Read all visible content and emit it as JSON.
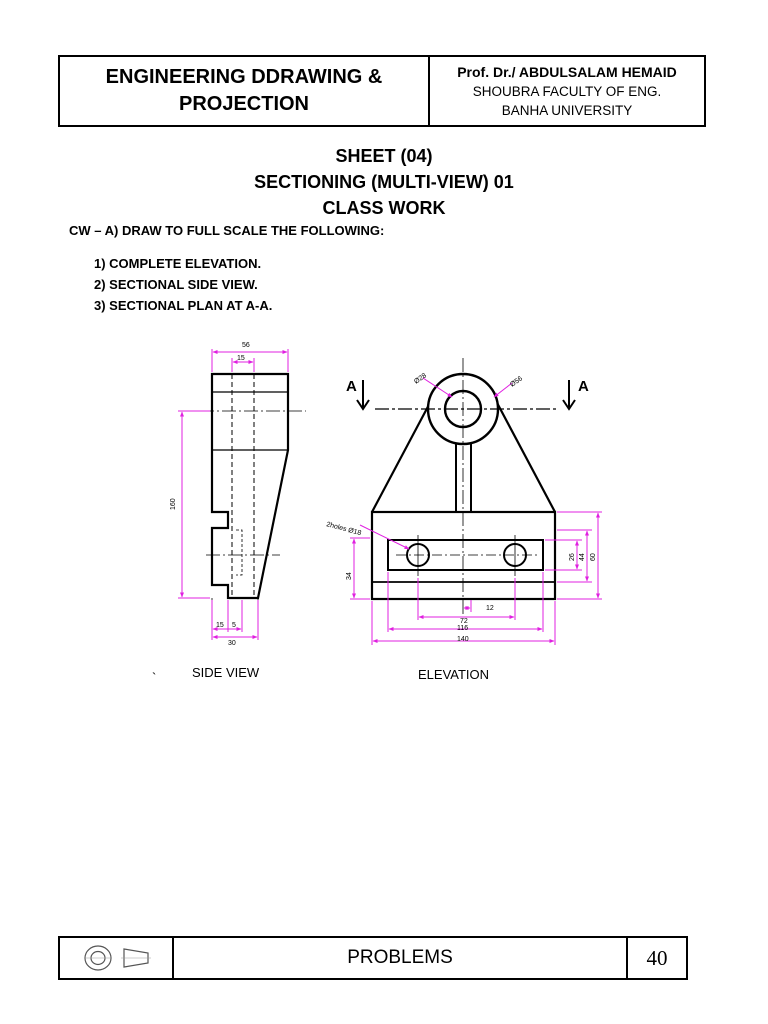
{
  "header": {
    "title_line1": "ENGINEERING DDRAWING &",
    "title_line2": "PROJECTION",
    "professor": "Prof. Dr./ ABDULSALAM HEMAID",
    "faculty": "SHOUBRA FACULTY OF ENG.",
    "university": "BANHA UNIVERSITY"
  },
  "sheet": {
    "number": "SHEET (04)",
    "topic": "SECTIONING (MULTI-VIEW) 01",
    "type": "CLASS WORK"
  },
  "task": {
    "heading": "CW – A) DRAW TO FULL SCALE THE FOLLOWING:",
    "steps": [
      "1)  COMPLETE ELEVATION.",
      "2)  SECTIONAL SIDE VIEW.",
      "3)  SECTIONAL  PLAN AT A-A."
    ]
  },
  "drawing": {
    "side_view": {
      "label": "SIDE VIEW",
      "dims": {
        "top_width": "56",
        "slot": "15",
        "height": "160",
        "b1": "15",
        "b2": "5",
        "bottom": "30"
      }
    },
    "elevation": {
      "label": "ELEVATION",
      "section_mark_left": "A",
      "section_mark_right": "A",
      "dims": {
        "inner_dia": "Ø28",
        "outer_dia": "Ø56",
        "holes": "2holes Ø18",
        "base_h": "34",
        "slot_h": "26",
        "inner_h": "44",
        "outer_h": "60",
        "offset": "12",
        "d72": "72",
        "d116": "116",
        "d140": "140"
      }
    },
    "stray_mark": "`"
  },
  "footer": {
    "title": "PROBLEMS",
    "page": "40"
  },
  "colors": {
    "dimension": "#e020e0",
    "line": "#000000"
  }
}
